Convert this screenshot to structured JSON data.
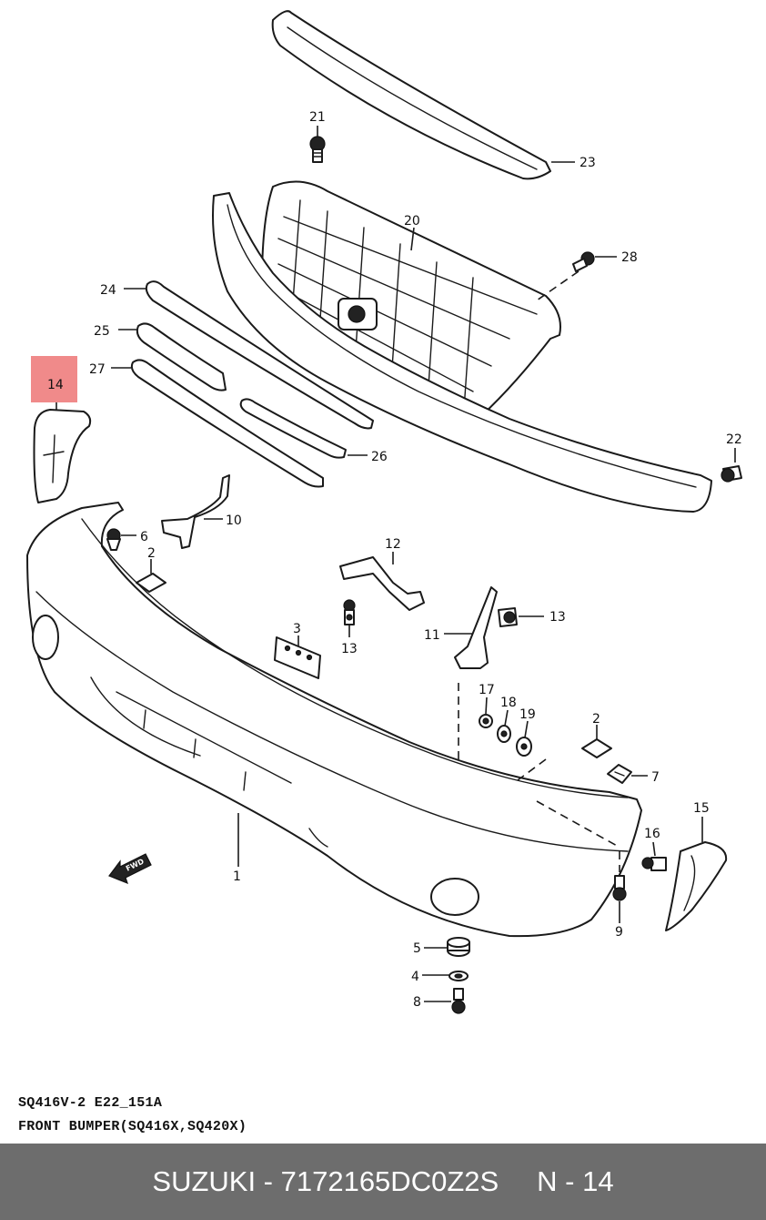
{
  "callouts": {
    "c1": "1",
    "c2a": "2",
    "c2b": "2",
    "c3": "3",
    "c4": "4",
    "c5": "5",
    "c6": "6",
    "c7": "7",
    "c8": "8",
    "c9": "9",
    "c10": "10",
    "c11": "11",
    "c12": "12",
    "c13a": "13",
    "c13b": "13",
    "c14": "14",
    "c15": "15",
    "c16": "16",
    "c17": "17",
    "c18": "18",
    "c19": "19",
    "c20": "20",
    "c21": "21",
    "c22": "22",
    "c23": "23",
    "c24": "24",
    "c25": "25",
    "c26": "26",
    "c27": "27",
    "c28": "28"
  },
  "highlight": {
    "part": "14",
    "color": "#f08a8a"
  },
  "fwd_label": "FWD",
  "caption": {
    "line1": "SQ416V-2 E22_151A",
    "line2": "FRONT BUMPER(SQ416X,SQ420X)"
  },
  "footer": {
    "brand_part": "SUZUKI - 7172165DC0Z2S",
    "position": "N - 14",
    "bg_color": "#6d6d6d"
  }
}
